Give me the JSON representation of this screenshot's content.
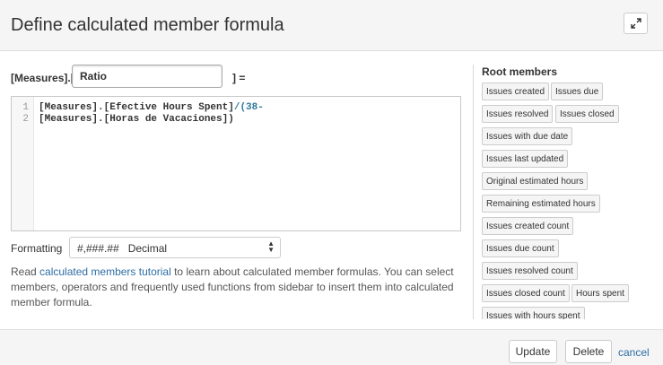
{
  "dialog": {
    "title": "Define calculated member formula",
    "expand_icon": "expand-arrows-icon"
  },
  "member": {
    "prefix": "[Measures].[",
    "name_value": "Ratio",
    "suffix": "] ="
  },
  "editor": {
    "lines": [
      {
        "number": "1",
        "part1": "[Measures].[Efective Hours Spent]",
        "op": "/(38-"
      },
      {
        "number": "2",
        "part1": "[Measures].[Horas de Vacaciones])",
        "op": ""
      }
    ]
  },
  "formatting": {
    "label": "Formatting",
    "selected": "#,###.##   Decimal"
  },
  "help": {
    "before": "Read ",
    "link": "calculated members tutorial",
    "after": " to learn about calculated member formulas. You can select members, operators and frequently used functions from sidebar to insert them into calculated member formula."
  },
  "sidebar": {
    "title": "Root members",
    "members": [
      "Issues created",
      "Issues due",
      "Issues resolved",
      "Issues closed",
      "Issues with due date",
      "Issues last updated",
      "Original estimated hours",
      "Remaining estimated hours",
      "Issues created count",
      "Issues due count",
      "Issues resolved count",
      "Issues closed count",
      "Hours spent",
      "Issues with hours spent"
    ]
  },
  "footer": {
    "update_label": "Update",
    "delete_label": "Delete",
    "cancel_label": "cancel"
  }
}
